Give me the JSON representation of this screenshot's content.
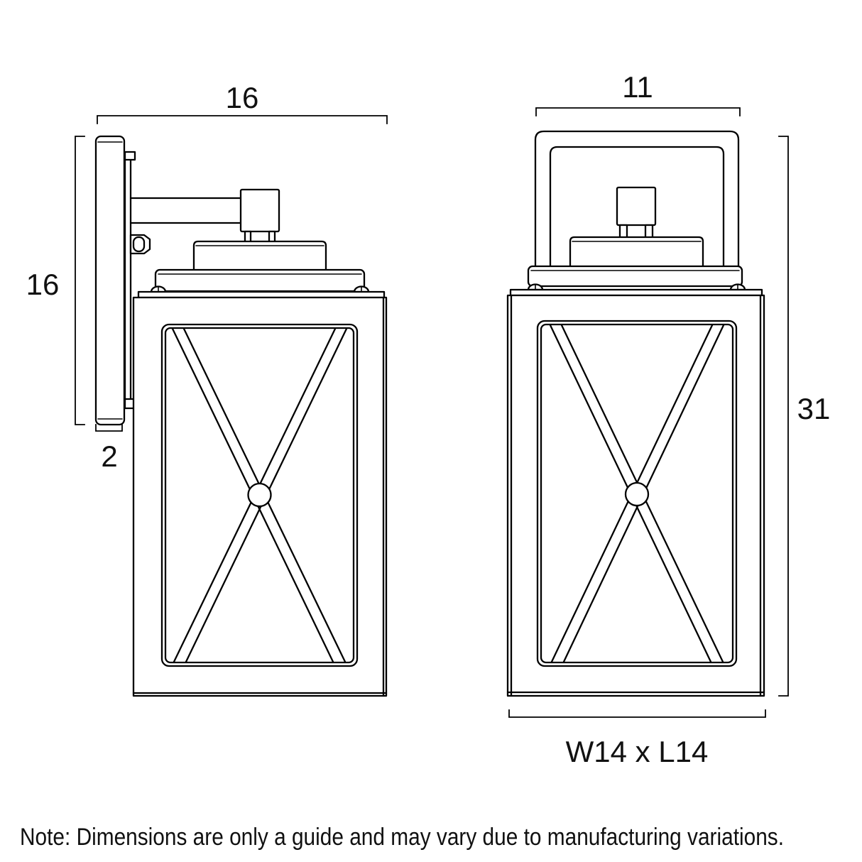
{
  "note": "Note: Dimensions are only a guide and may vary due to manufacturing variations.",
  "dims": {
    "side_width": "16",
    "backplate_height": "16",
    "backplate_depth": "2",
    "front_width": "11",
    "overall_height": "31",
    "base_footprint": "W14 x L14"
  },
  "colors": {
    "line": "#000000",
    "text": "#111111",
    "background": "#ffffff"
  }
}
